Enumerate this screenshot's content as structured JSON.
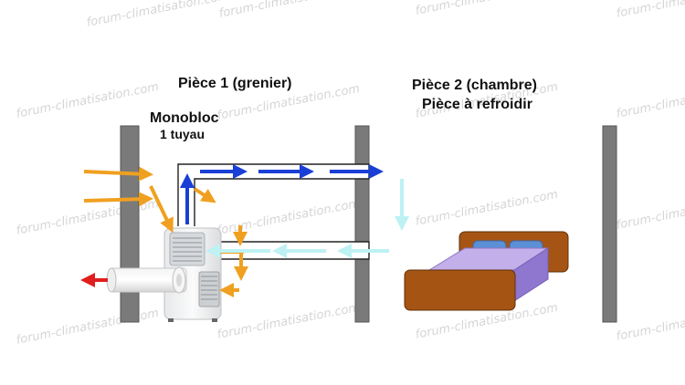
{
  "labels": {
    "room1": "Pièce 1 (grenier)",
    "room2_line1": "Pièce 2 (chambre)",
    "room2_line2": "Pièce à refroidir",
    "unit_title": "Monobloc",
    "unit_subtitle": "1 tuyau"
  },
  "watermark": "forum-climatisation.com",
  "colors": {
    "wall": "#7a7a7a",
    "hot_air": "#f0a020",
    "cold_air": "#1a3fd6",
    "return_air": "#bdf1f3",
    "exhaust": "#e01e1e",
    "duct_outline": "#222222",
    "bed_frame": "#a65413",
    "mattress": "#b59ee0",
    "pillow": "#5b8fd6"
  },
  "icons": [
    "monobloc-unit-icon",
    "bed-icon"
  ]
}
